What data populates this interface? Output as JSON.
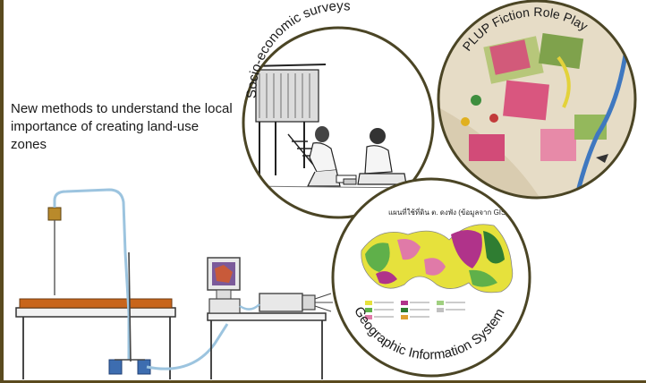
{
  "intro_text": "New methods to understand the local importance of creating land-use zones",
  "circles": {
    "socio": {
      "label": "Socio-economic surveys"
    },
    "plup": {
      "label": "PLUP Fiction Role Play"
    },
    "gis": {
      "label": "Geographic Information System",
      "map_title": "แผนที่ใช้ที่ดิน ต. ดงพัง (ข้อมูลจาก GIS)"
    }
  },
  "colors": {
    "circle_border": "#4b4525",
    "frame_border": "#5a4a1e",
    "map_yellow": "#e6e13c",
    "map_green": "#5fb04a",
    "map_dark_green": "#2f7d32",
    "map_pink": "#e07aa8",
    "map_magenta": "#b0338a",
    "cable_blue": "#9cc4df"
  }
}
